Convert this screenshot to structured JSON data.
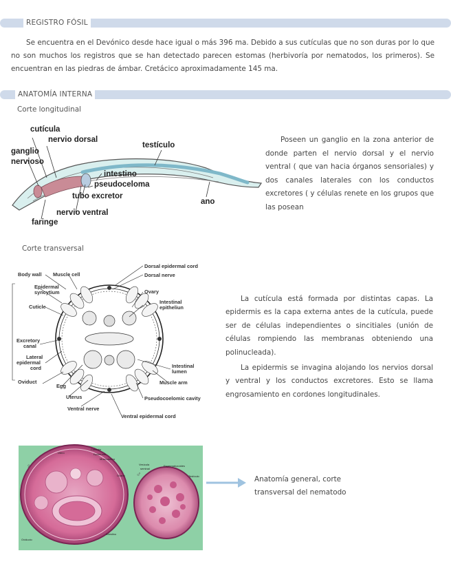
{
  "sections": {
    "fossil": {
      "heading": "REGISTRO FÓSIL",
      "text": "Se encuentra en el Devónico desde hace igual o más 396 ma. Debido a sus cutículas que no son duras por lo que no son muchos los registros que se han detectado parecen estomas (herbivoría por nematodos, los primeros). Se encuentran en las piedras de ámbar. Cretácico aproximadamente 145 ma."
    },
    "anatomy": {
      "heading": "ANATOMÍA INTERNA",
      "longitudinal": {
        "subtitle": "Corte longitudinal",
        "labels": {
          "cuticula": "cutícula",
          "nervio_dorsal": "nervio dorsal",
          "testiculo": "testículo",
          "ganglio": "ganglio",
          "nervioso": "nervioso",
          "intestino": "intestino",
          "pseudoceloma": "pseudoceloma",
          "tubo_excretor": "tubo excretor",
          "ano": "ano",
          "nervio_ventral": "nervio ventral",
          "faringe": "faringe"
        },
        "description": "Poseen un ganglio en la zona anterior de donde parten el nervio dorsal y el nervio ventral ( que van hacia órganos sensoriales) y dos canales laterales con los conductos excretores ( y células renete en los grupos que las posean"
      },
      "transversal": {
        "subtitle": "Corte transversal",
        "labels": {
          "dorsal_epidermal_cord": "Dorsal epidermal cord",
          "dorsal_nerve": "Dorsal nerve",
          "body_wall": "Body wall",
          "muscle_cell": "Muscle cell",
          "ovary": "Ovary",
          "epidermal_syncytium_1": "Epidermal",
          "epidermal_syncytium_2": "syncytium",
          "intestinal_epithelium_1": "Intestinal",
          "intestinal_epithelium_2": "epitheliun",
          "cuticle": "Cuticle",
          "excretory_canal_1": "Excretory",
          "excretory_canal_2": "canal",
          "lateral_epidermal_cord_1": "Lateral",
          "lateral_epidermal_cord_2": "epidermal",
          "lateral_epidermal_cord_3": "cord",
          "intestinal_lumen_1": "Intestinal",
          "intestinal_lumen_2": "lumen",
          "oviduct": "Oviduct",
          "egg": "Egg",
          "muscle_arm": "Muscle arm",
          "uterus": "Uterus",
          "pseudocoelomic_cavity": "Pseudocoelomic cavity",
          "ventral_nerve": "Ventral nerve",
          "ventral_epidermal_cord": "Ventral epidermal cord"
        },
        "description_1": "La cutícula está formada por distintas capas. La epidermis es la capa externa antes de la cutícula, puede ser de células independientes o sincitiales (unión de células rompiendo las membranas obteniendo una polinucleada).",
        "description_2": "La epidermis se invagina alojando los nervios dorsal y ventral y los conductos excretores. Esto se llama engrosamiento en cordones longitudinales."
      },
      "micrograph": {
        "female_symbol": "♀",
        "male_symbol": "♂",
        "labels": {
          "utero": "Útero",
          "cuticula": "Cutícula",
          "epidermis": "Epidermis",
          "musculatura": "Musculatura",
          "ovario": "Ovario",
          "intestino": "Intestino",
          "oviducto": "Oviducto",
          "vesicula_seminal_1": "Vesícula",
          "vesicula_seminal_2": "seminal",
          "espermatozoides": "Espermatozoides",
          "testiculo": "Testículo"
        },
        "caption": "Anatomía general, corte transversal del nematodo"
      }
    }
  },
  "colors": {
    "band": "#cfdaea",
    "arrow": "#9fc3e0",
    "tissue_pink": "#d56b98",
    "micrograph_bg": "#8ed0a6"
  }
}
